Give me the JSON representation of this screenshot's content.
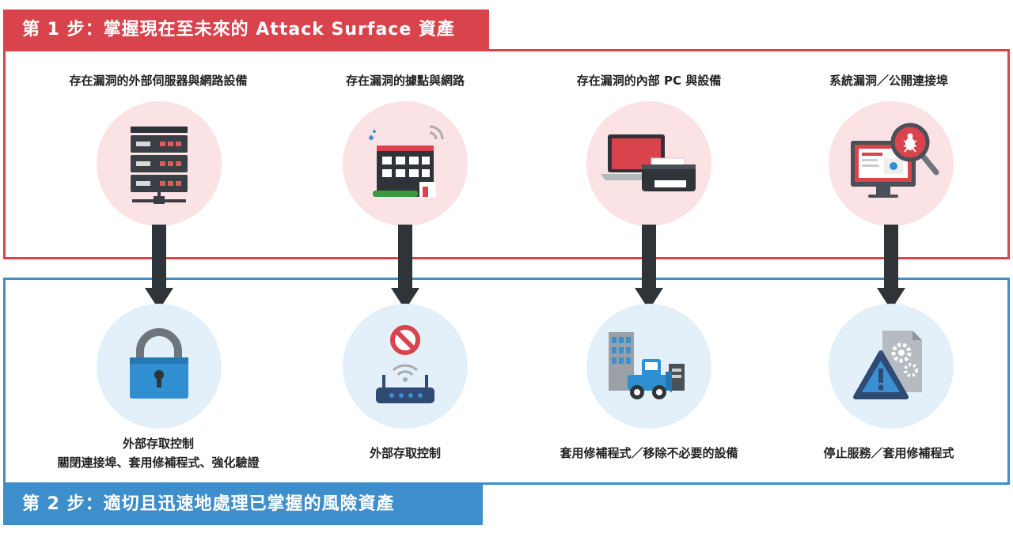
{
  "step1": {
    "title": "第 1 步：掌握現在至未來的 Attack Surface 資產",
    "color": "#d9434c",
    "items": [
      {
        "label": "存在漏洞的外部伺服器與網路設備",
        "icon": "server-rack-icon"
      },
      {
        "label": "存在漏洞的據點與網路",
        "icon": "office-building-wifi-icon"
      },
      {
        "label": "存在漏洞的內部 PC 與設備",
        "icon": "laptop-printer-icon"
      },
      {
        "label": "系統漏洞／公開連接埠",
        "icon": "monitor-bug-magnifier-icon"
      }
    ]
  },
  "step2": {
    "title": "第 2 步：適切且迅速地處理已掌握的風險資產",
    "color": "#3e8ecb",
    "items": [
      {
        "label_line1": "外部存取控制",
        "label_line2": "關閉連接埠、套用修補程式、強化驗證",
        "icon": "padlock-icon"
      },
      {
        "label": "外部存取控制",
        "icon": "router-blocked-icon"
      },
      {
        "label": "套用修補程式／移除不必要的設備",
        "icon": "bulldozer-removal-icon"
      },
      {
        "label": "停止服務／套用修補程式",
        "icon": "warning-gear-icon"
      }
    ]
  }
}
